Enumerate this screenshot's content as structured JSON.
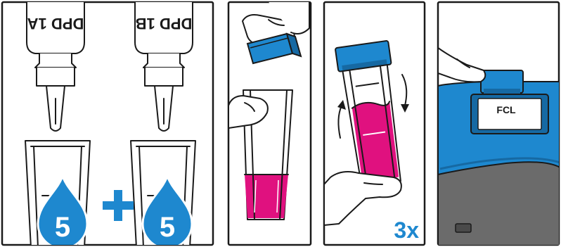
{
  "panels": [
    {
      "bottles": [
        {
          "label": "DPD 1A"
        },
        {
          "label": "DPD 1B"
        }
      ],
      "drop_count_left": "5",
      "drop_count_right": "5"
    },
    {},
    {
      "repeat_label": "3x"
    },
    {
      "meter_display": "FCL"
    }
  ],
  "colors": {
    "accent_blue": "#1e88cf",
    "sample_magenta": "#e0117f",
    "meter_gray": "#6b6b6b",
    "ink": "#1a1a1a"
  },
  "icons": [
    "drop-icon",
    "plus-icon",
    "rotation-arrow-icon",
    "hand-icon"
  ]
}
